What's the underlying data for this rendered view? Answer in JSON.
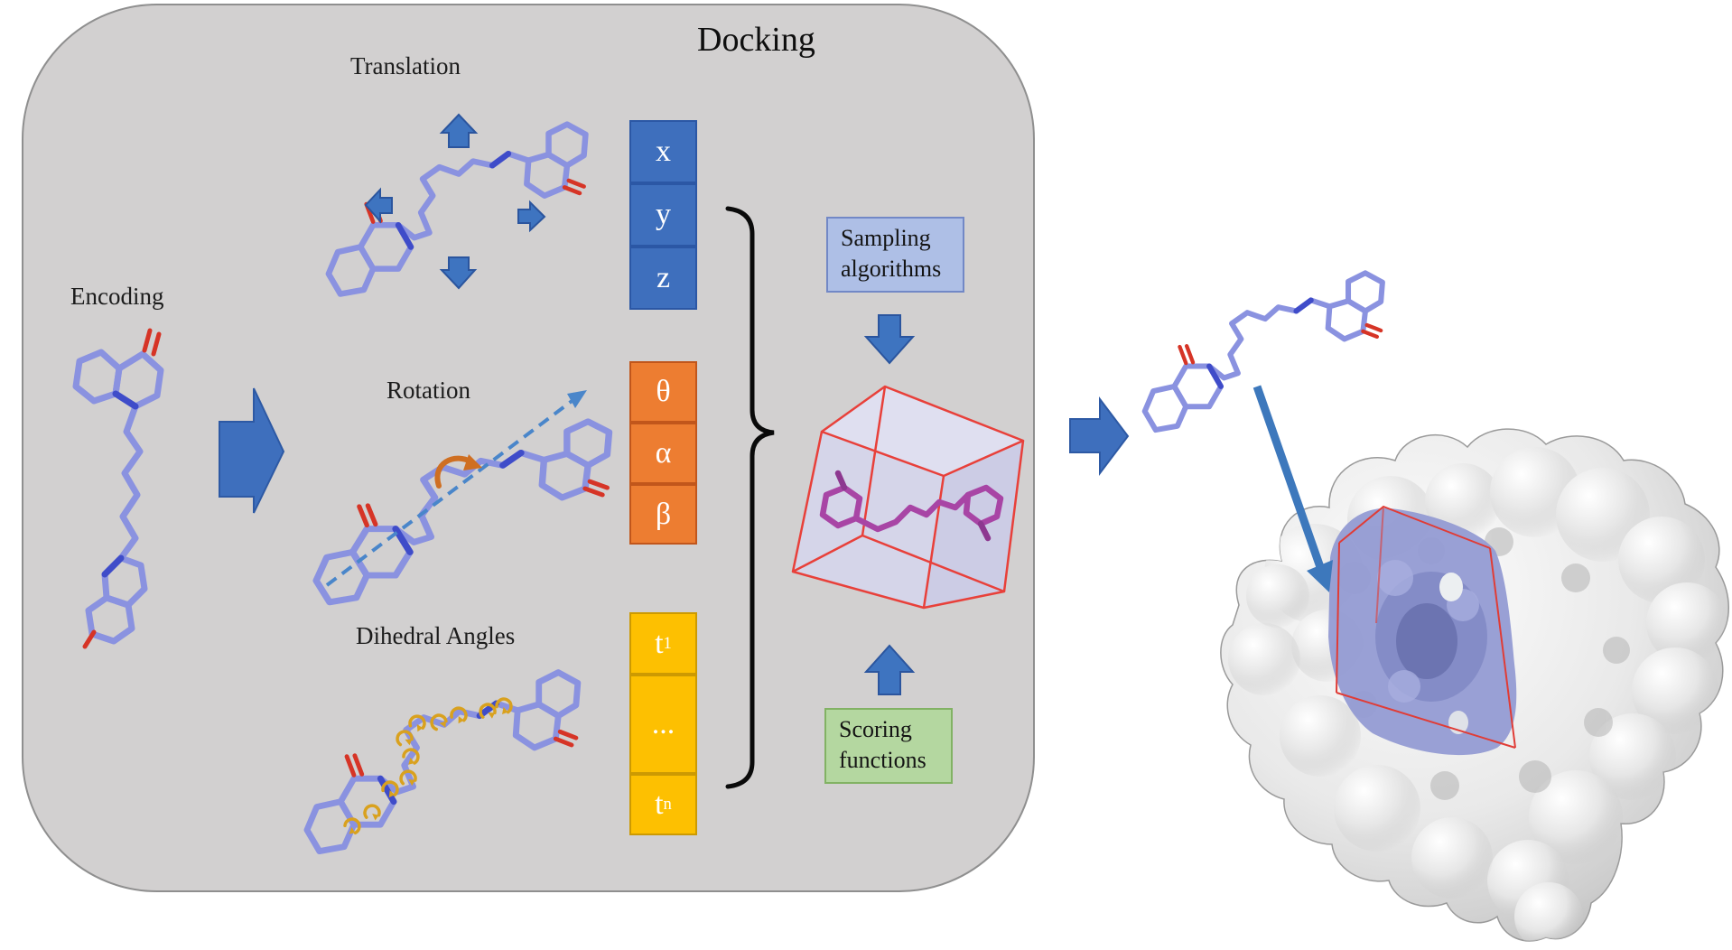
{
  "title": "Docking",
  "labels": {
    "encoding": "Encoding",
    "translation": "Translation",
    "rotation": "Rotation",
    "dihedral": "Dihedral Angles"
  },
  "parameter_boxes": {
    "position": [
      "x",
      "y",
      "z"
    ],
    "orientation": [
      "θ",
      "α",
      "β"
    ],
    "torsions": {
      "t1_main": "t",
      "t1_sub": "1",
      "dots": "...",
      "tn_main": "t",
      "tn_sub": "n"
    }
  },
  "process_boxes": {
    "sampling": {
      "line1": "Sampling",
      "line2": "algorithms"
    },
    "scoring": {
      "line1": "Scoring",
      "line2": "functions"
    }
  },
  "colors": {
    "panel_fill": "#d2d0d0",
    "panel_border": "#8f8f8f",
    "position_fill": "#3e6fbd",
    "position_border": "#2b57a5",
    "orientation_fill": "#ed7d31",
    "orientation_border": "#c1561b",
    "torsion_fill": "#fdc001",
    "torsion_border": "#cc9a02",
    "sampling_fill": "#aebfe6",
    "sampling_border": "#7288c6",
    "scoring_fill": "#b4d7a0",
    "scoring_border": "#82b264",
    "arrow_blue": "#3e74c0",
    "cube_edge": "#e8403a",
    "ligand_stick": "#8a92e0",
    "docked_ligand": "#a845a5",
    "pocket_fill": "#949bd3"
  }
}
